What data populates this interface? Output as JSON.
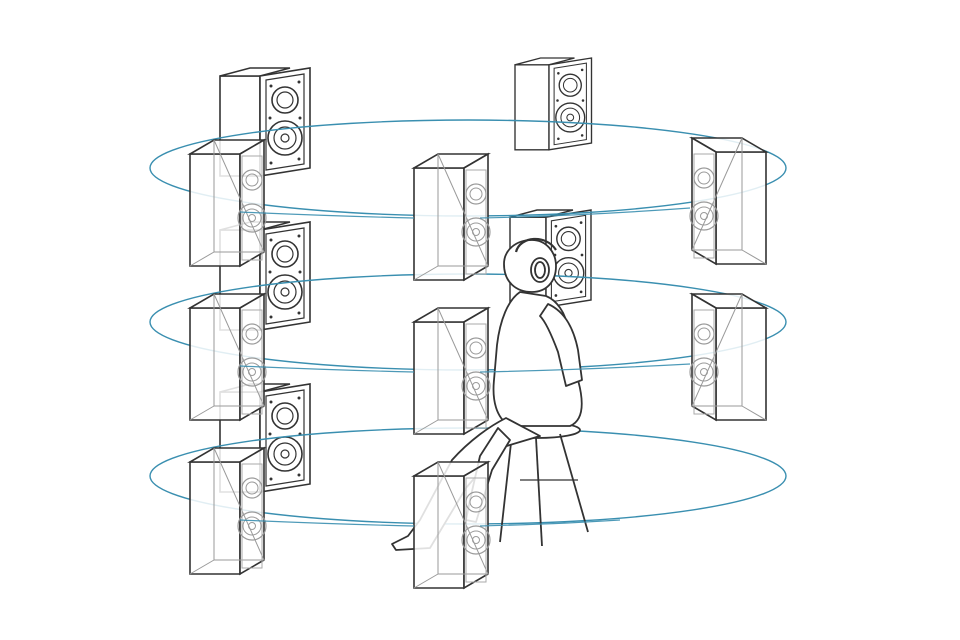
{
  "colors": {
    "background": "#ffffff",
    "line": "#333333",
    "ring": "#3a8fb0",
    "ghost": "#9a9a9a"
  },
  "diagram": {
    "rings": [
      {
        "level": "top"
      },
      {
        "level": "middle"
      },
      {
        "level": "bottom"
      }
    ],
    "speakers": [
      {
        "id": "top-back-left",
        "style": "solid"
      },
      {
        "id": "top-back-center",
        "style": "solid"
      },
      {
        "id": "top-right",
        "style": "ghost"
      },
      {
        "id": "top-front-left",
        "style": "ghost"
      },
      {
        "id": "top-front-center",
        "style": "ghost"
      },
      {
        "id": "mid-back-left",
        "style": "solid"
      },
      {
        "id": "mid-back-center",
        "style": "solid"
      },
      {
        "id": "mid-right",
        "style": "ghost"
      },
      {
        "id": "mid-front-left",
        "style": "ghost"
      },
      {
        "id": "mid-front-center",
        "style": "ghost"
      },
      {
        "id": "low-back-left",
        "style": "solid"
      },
      {
        "id": "low-front-left",
        "style": "ghost"
      },
      {
        "id": "low-front-center",
        "style": "ghost"
      }
    ],
    "listener": {
      "wears": "headphones-icon",
      "seat": "stool-icon"
    }
  }
}
